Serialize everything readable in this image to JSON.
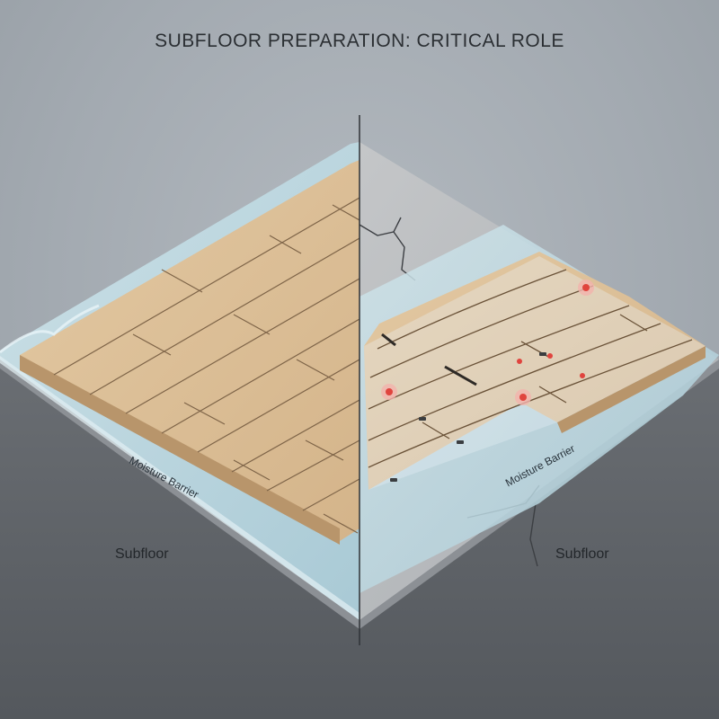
{
  "title": "SUBFLOOR PREPARATION: CRITICAL ROLE",
  "left_panel": {
    "subfloor_label": "Subfloor",
    "barrier_label": "Moisture Barrier"
  },
  "right_panel": {
    "subfloor_label": "Subfloor",
    "barrier_label": "Moisture Barrier"
  },
  "colors": {
    "background": "#a7aeb5",
    "wood": "#dcbf97",
    "wood_grain": "#c9a77c",
    "moisture_barrier": "#bcd8e2",
    "concrete": "#6d7176",
    "damage_marker": "#e0443e"
  },
  "icons": [
    "damage-marker-icon",
    "crack-icon"
  ]
}
